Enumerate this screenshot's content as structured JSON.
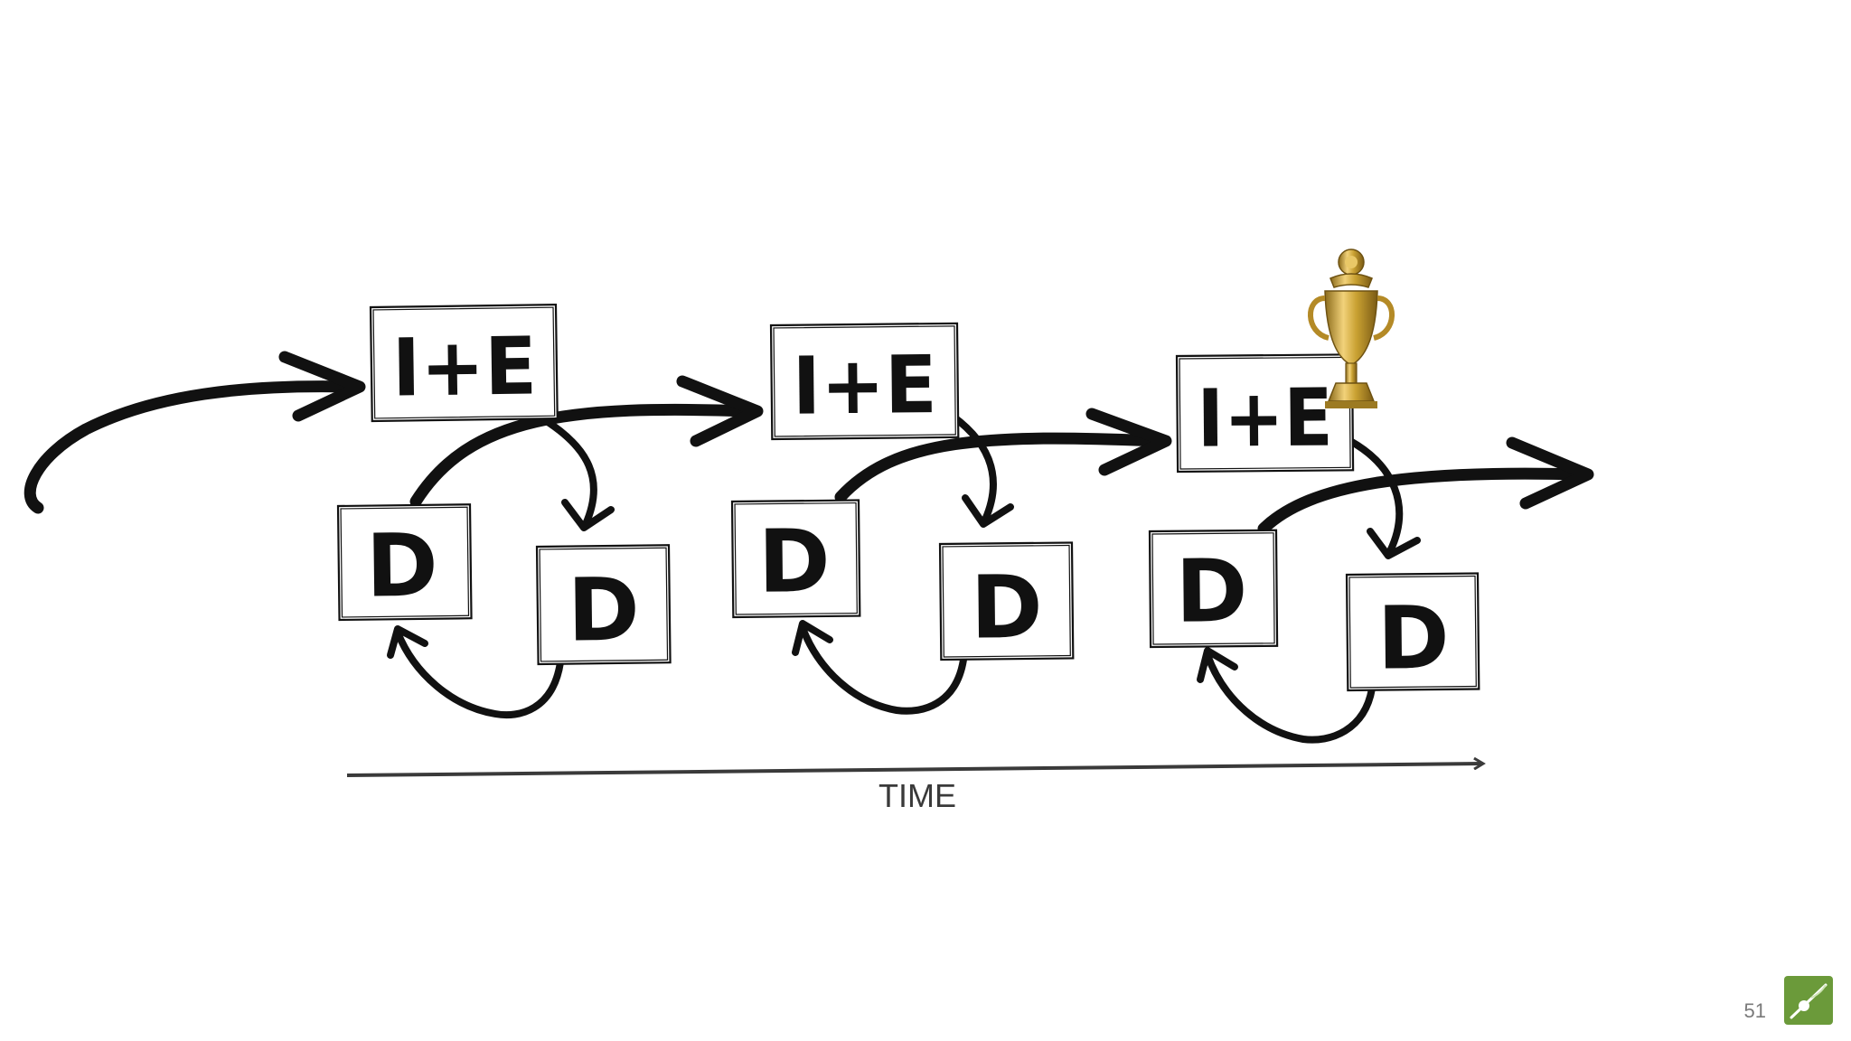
{
  "diagram": {
    "ie_boxes": [
      {
        "label": "I+E"
      },
      {
        "label": "I+E"
      },
      {
        "label": "I+E"
      }
    ],
    "d_boxes": [
      {
        "label": "D"
      },
      {
        "label": "D"
      },
      {
        "label": "D"
      },
      {
        "label": "D"
      },
      {
        "label": "D"
      },
      {
        "label": "D"
      }
    ],
    "time_axis_label": "TIME",
    "trophy": "trophy-icon"
  },
  "footer": {
    "page_number": "51",
    "logo": "logo-icon"
  },
  "colors": {
    "ink": "#111111",
    "axis": "#3a3a3a",
    "logo_green": "#6b9a3a",
    "trophy_gold": "#c9a132"
  }
}
